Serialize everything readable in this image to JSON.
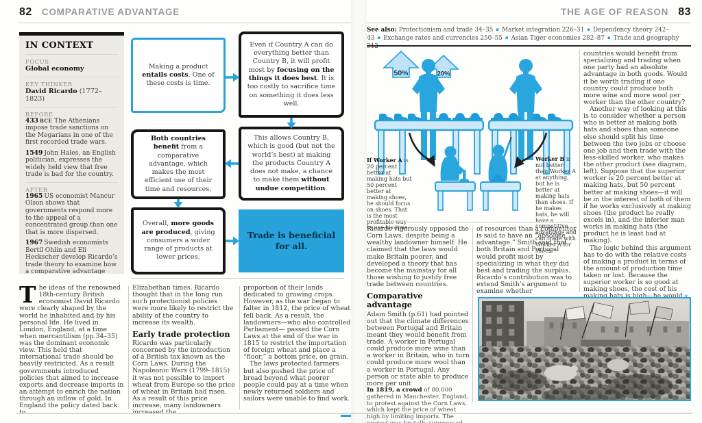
{
  "accent_blue": "#27a2da",
  "left_page": {
    "page_number": "82",
    "section_title": "COMPARATIVE ADVANTAGE",
    "in_context": {
      "title": "IN CONTEXT",
      "focus_label": "FOCUS",
      "focus_value": "Global economy",
      "thinker_label": "KEY THINKER",
      "thinker_name": "David Ricardo",
      "thinker_dates": " (1772–1823)",
      "before_label": "BEFORE",
      "before_items": [
        {
          "year": "433",
          "era": "BCE",
          "text": "The Athenians impose trade sanctions on the Megarians in one of the first recorded trade wars."
        },
        {
          "year": "1549",
          "era": "",
          "text": "John Hales, an English politician, expresses the widely held view that free trade is bad for the country."
        }
      ],
      "after_label": "AFTER",
      "after_items": [
        {
          "year": "1965",
          "era": "",
          "text": "US economist Mancur Olson shows that governments respond more to the appeal of a concentrated group than one that is more dispersed."
        },
        {
          "year": "1967",
          "era": "",
          "text": "Swedish economists Bertil Ohlin and Eli Heckscher develop Ricardo’s trade theory to examine how a comparative advantage might change over time."
        }
      ]
    },
    "flowchart": {
      "box1": {
        "pre": "Making a product ",
        "bold": "entails costs",
        "post": ". One of these costs is time."
      },
      "box2": {
        "pre": "Even if Country A can do everything better than Country B, it will profit most by ",
        "bold": "focusing on the things it does best",
        "post": ". It is too costly to sacrifice time on something it does less well."
      },
      "box4": {
        "pre": "This allows Country B, which is good (but not the world’s best) at making the products Country A does not make, a chance to make them ",
        "bold": "without undue competition",
        "post": "."
      },
      "box3": {
        "pre": "",
        "bold": "Both countries benefit",
        "post": " from a comparative advantage, which makes the most efficient use of their time and resources."
      },
      "box5": {
        "pre": "Overall, ",
        "bold": "more goods are produced",
        "post": ", giving consumers a wider range of products at lower prices."
      },
      "conclusion": "Trade is beneficial for all."
    },
    "body": {
      "dropcap": "T",
      "col1": "he ideas of the renowned 18th-century British economist David Ricardo were clearly shaped by the world he inhabited and by his personal life. He lived in London, England, at a time when mercantilism (pp.34–35) was the dominant economic view. This held that international trade should be heavily restricted. As a result governments introduced policies that aimed to increase exports and decrease imports in an attempt to enrich the nation through an inflow of gold. In England the policy dated back to",
      "col2_p1": "Elizabethan times. Ricardo thought that in the long run such protectionist policies were more likely to restrict the ability of the country to increase its wealth.",
      "col2_heading": "Early trade protection",
      "col2_p2": "Ricardo was particularly concerned by the introduction of a British tax known as the Corn Laws. During the Napoleonic Wars (1799–1815) it was not possible to import wheat from Europe so the price of wheat in Britain had risen. As a result of this price increase, many landowners increased the",
      "col3_p1": "proportion of their lands dedicated to growing crops. However, as the war began to falter in 1812, the price of wheat fell back. As a result, the landowners—who also controlled Parliament— passed the Corn Laws at the end of the war in 1815 to restrict the importation of foreign wheat and place a “floor,” a bottom price, on grain.",
      "col3_p2": "The laws protected farmers but also pushed the price of bread beyond what poorer people could pay at a time when newly returned soldiers and sailors were unable to find work."
    }
  },
  "right_page": {
    "page_number": "83",
    "section_title": "THE AGE OF REASON",
    "see_also": {
      "label": "See also:",
      "separator": "▪",
      "items": [
        "Protectionism and trade 34–35",
        "Market integration 226–31",
        "Dependency theory 242–43",
        "Exchange rates and currencies 250–55",
        "Asian Tiger economies 282–87",
        "Trade and geography 312"
      ]
    },
    "diagram": {
      "pct_left": "50%",
      "pct_right": "20%",
      "worker_a": {
        "bold": "If Worker A",
        "text": " is 20 percent better at making hats but 50 percent better at making shoes, he should focus on shoes. That is the most profitable way to use his time."
      },
      "worker_b": {
        "bold": "Worker B",
        "text": " is not better than Worker A at anything, but he is better at making hats than shoes. If he makes hats, he will have a competitive advantage and can trade with Worker A for shoes."
      }
    },
    "body": {
      "col1_p1": "Ricardo vigorously opposed the Corn Laws, despite being a wealthy landowner himself. He claimed that the laws would make Britain poorer, and developed a theory that has become the mainstay for all those wishing to justify free trade between countries.",
      "col1_heading": "Comparative advantage",
      "col1_p2": "Adam Smith (p.61) had pointed out that the climate differences between Portugal and Britain meant they would benefit from trade. A worker in Portugal could produce more wine than a worker in Britain, who in turn could produce more wool than a worker in Portugal. Any person or state able to produce more per unit",
      "col2_p1": "of resources than a competitor is said to have an “absolute advantage.” Smith said that both Britain and Portugal would profit most by specializing in what they did best and trading the surplus. Ricardo’s contribution was to extend Smith’s argument to examine whether",
      "col3_p1": "countries would benefit from specializing and trading when one party had an absolute advantage in both goods. Would it be worth trading if one country could produce both more wine and more wool per worker than the other country?",
      "col3_p2": "Another way of looking at this is to consider whether a person who is better at making both hats and shoes than someone else should split his time between the two jobs or choose one job and then trade with the less-skilled worker, who makes the other product (see diagram, left). Suppose that the superior worker is 20 percent better at making hats, but 50 percent better at making shoes—it will be in the interest of both of them if he works exclusively at making shoes (the product he really excels in), and the inferior man works in making hats (the product he is least bad at making).",
      "col3_p3": "The logic behind this argument has to do with the relative costs of making a product in terms of the amount of production time taken or lost. Because the superior worker is so good at making shoes, the cost of his making hats is high—he would",
      "continuation_mark": "»"
    },
    "caption": {
      "bold": "In 1819, a crowd",
      "text": " of 80,000 gathered in Manchester, England, to protest against the Corn Laws, which kept the price of wheat high by limiting imports. The protest was brutally suppressed."
    }
  }
}
